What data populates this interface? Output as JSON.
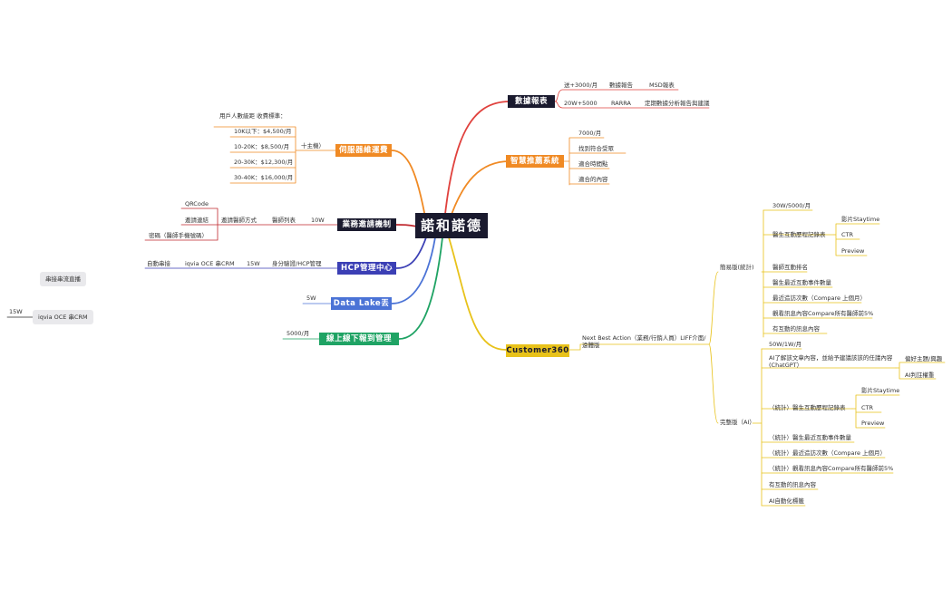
{
  "central": "諾和諾德",
  "topics": {
    "data_report": "數據報表",
    "smart_push": "智慧推薦系統",
    "customer360": "Customer360",
    "server_ops": "伺服器維運費",
    "business_invite": "業務邀請機制",
    "hcp_center": "HCP管理中心",
    "datalake": "Data Lake丟回",
    "online_offline": "線上線下報到管理"
  },
  "data_report": {
    "r1": [
      "送+3000/月",
      "數據報告",
      "MSD報表"
    ],
    "r2": [
      "20W+5000",
      "RARRA",
      "定期數據分析報告與建議"
    ]
  },
  "smart_push": {
    "price": "7000/月",
    "items": [
      "找到符合受眾",
      "適合時間點",
      "適合的內容"
    ]
  },
  "server_ops": {
    "header": "用戶人數級距 收費標準：",
    "tiers": [
      "10K以下：$4,500/月",
      "10-20K：$8,500/月",
      "20-30K：$12,300/月",
      "30-40K：$16,000/月"
    ],
    "note": "十主機）"
  },
  "business_invite": {
    "list": "醫師列表",
    "price": "10W",
    "method": "邀請醫師方式",
    "link": "邀請連結",
    "qrcode": "QRCode",
    "code": "密碼（醫師手機號碼）"
  },
  "hcp_center": {
    "sub": "身分驗證/HCP管理",
    "price": "15W",
    "crm": "iqvia OCE 串CRM",
    "sync": "自動串接"
  },
  "datalake": {
    "price": "5W"
  },
  "online_offline": {
    "price": "5000/月"
  },
  "customer360": {
    "nba": "Next Best Action（業務/行銷人員）LIFF介面/\n遠體版",
    "simple": {
      "label": "簡易版(統計)",
      "price": "30W/5000/月",
      "record": "醫生互動歷程記錄表",
      "record_items": [
        "影片Staytime",
        "CTR",
        "Preview"
      ],
      "items": [
        "醫師互動排名",
        "醫生最近互動事件數量",
        "最近造訪次數（Compare 上個月）",
        "觀看訊息內容Compare所有醫師前5%",
        "有互動的訊息內容"
      ]
    },
    "full": {
      "label": "完整版（AI）",
      "price": "50W/1W/月",
      "ai": "AI了解該文章內容，並給予建議該該的任議內容\n(ChatGPT）",
      "ai_items": [
        "偏好主題/興趣",
        "AI判註權重"
      ],
      "record": "（統計）醫生互動歷程記錄表",
      "record_items": [
        "影片Staytime",
        "CTR",
        "Preview"
      ],
      "items": [
        "（統計）醫生最近互動事件數量",
        "（統計）最近造訪次數（Compare 上個月）",
        "（統計）觀看訊息內容Compare所有醫師前5%",
        "有互動的訊息內容",
        "AI自動化標籤"
      ]
    }
  },
  "floating": {
    "f1": "串接串流直播",
    "f2_label": "iqvia OCE 串CRM",
    "f2_price": "15W"
  },
  "colors": {
    "red": "#e0413d",
    "orange": "#f08a24",
    "yellow": "#e8c21a",
    "crimson": "#c0282e",
    "indigo": "#3b3fb5",
    "blue": "#4b73d6",
    "green": "#1fa364",
    "dark": "#1a1a2e"
  }
}
